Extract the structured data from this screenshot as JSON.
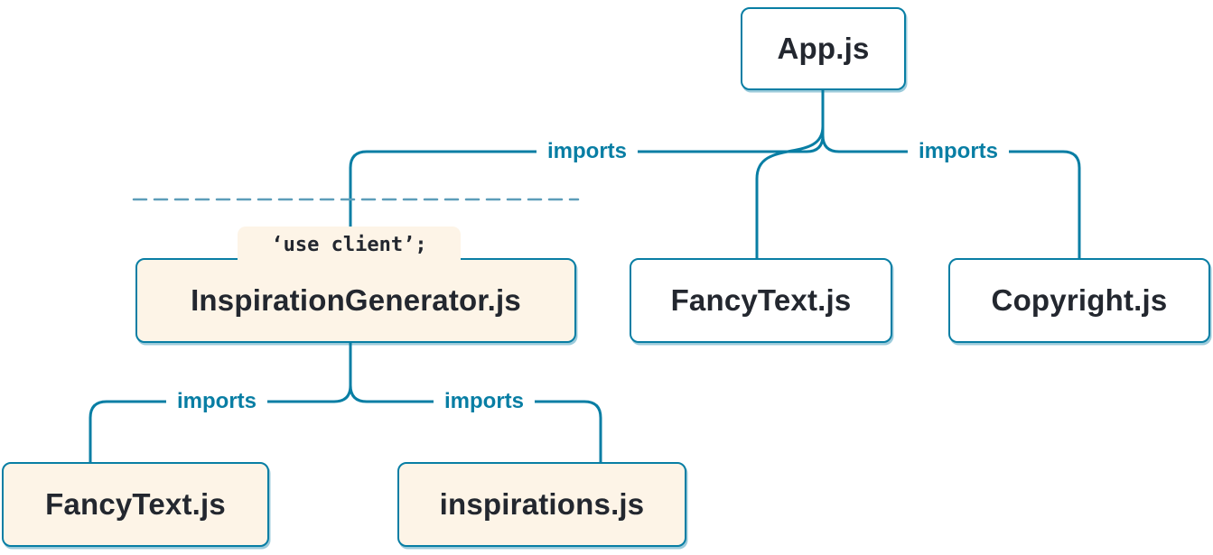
{
  "diagram": {
    "colors": {
      "line": "#087ea4",
      "imports_label": "#087ea4",
      "node_border": "#087ea4",
      "node_text": "#23272f",
      "client_node_bg": "#fdf4e7",
      "server_node_bg": "#ffffff",
      "boundary_dash": "#5d9db9",
      "page_bg": "#ffffff"
    },
    "nodes": {
      "app": {
        "label": "App.js",
        "type": "server"
      },
      "inspiration_generator": {
        "label": "InspirationGenerator.js",
        "type": "client",
        "directive": "‘use client’;"
      },
      "fancy_text_top": {
        "label": "FancyText.js",
        "type": "server"
      },
      "copyright": {
        "label": "Copyright.js",
        "type": "server"
      },
      "fancy_text_bottom": {
        "label": "FancyText.js",
        "type": "client"
      },
      "inspirations": {
        "label": "inspirations.js",
        "type": "client"
      }
    },
    "edge_labels": {
      "app_to_inspiration": "imports",
      "app_to_copyright": "imports",
      "generator_to_fancytext": "imports",
      "generator_to_inspirations": "imports"
    }
  }
}
